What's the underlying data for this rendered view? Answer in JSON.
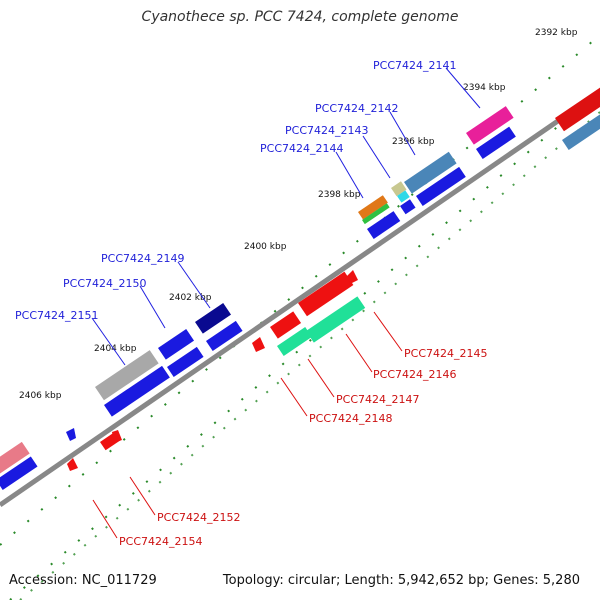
{
  "title": "Cyanothece sp. PCC 7424, complete genome",
  "footer": {
    "accession": "Accession: NC_011729",
    "topology": "Topology: circular; Length: 5,942,652 bp; Genes: 5,280"
  },
  "ticks": [
    {
      "label": "2392 kbp",
      "shown": true
    },
    {
      "label": "2394 kbp",
      "shown": true
    },
    {
      "label": "2396 kbp",
      "shown": true
    },
    {
      "label": "2398 kbp",
      "shown": true
    },
    {
      "label": "2400 kbp",
      "shown": true
    },
    {
      "label": "2402 kbp",
      "shown": true
    },
    {
      "label": "2404 kbp",
      "shown": true
    },
    {
      "label": "2406 kbp",
      "shown": true
    }
  ],
  "genes_forward": [
    {
      "label": "PCC7424_2141",
      "color": "#e8209a"
    },
    {
      "label": "PCC7424_2142",
      "color": "#4a86b8"
    },
    {
      "label": "PCC7424_2143",
      "color": "#b0c0a0"
    },
    {
      "label": "PCC7424_2144",
      "color": "#e07818"
    },
    {
      "label": "PCC7424_2149",
      "color": "#0a0a90"
    },
    {
      "label": "PCC7424_2150",
      "color": "#1a1ae0"
    },
    {
      "label": "PCC7424_2151",
      "color": "#a8a8a8"
    }
  ],
  "genes_reverse": [
    {
      "label": "PCC7424_2145",
      "color": "#ee1111"
    },
    {
      "label": "PCC7424_2146",
      "color": "#ee1111"
    },
    {
      "label": "PCC7424_2147",
      "color": "#20e098"
    },
    {
      "label": "PCC7424_2148",
      "color": "#ee1111"
    },
    {
      "label": "PCC7424_2152",
      "color": "#ee1111"
    },
    {
      "label": "PCC7424_2154",
      "color": "#ee1111"
    }
  ],
  "colors": {
    "cds": "#1a1ae0",
    "backbone": "#888888",
    "tick": "#2a8a2a",
    "forward_label": "#1f1fd8",
    "reverse_label": "#cc1111"
  }
}
